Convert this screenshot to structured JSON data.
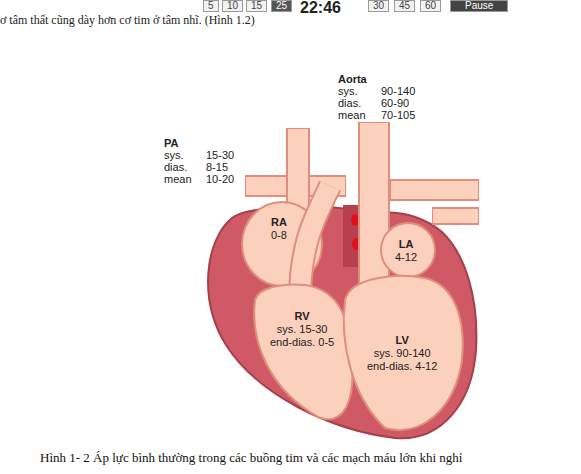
{
  "diagram": {
    "caption": "Hình 1- 2 Áp lực bình thường trong các buồng tim và các mạch máu lớn khi nghỉ",
    "nodes": [
      {
        "text": [
          "RA",
          "0-8"
        ]
      },
      {
        "text": [
          "LA",
          "4-12"
        ]
      },
      {
        "text": [
          "RV",
          "sys. 15-30",
          "end-dias. 0-5"
        ]
      },
      {
        "text": [
          "LV",
          "sys. 90-140",
          "end-dias. 4-12"
        ]
      }
    ],
    "labels": [
      "ơ tâm thất cũng dày hơn cơ tim ở tâm nhĩ. (Hình 1.2)",
      "5",
      "10",
      "15",
      "25",
      "22:46",
      "30",
      "45",
      "60",
      "Pause",
      "PA",
      "sys.",
      "15-30",
      "dias.",
      "8-15",
      "mean",
      "10-20",
      "Aorta",
      "sys.",
      "90-140",
      "dias.",
      "60-90",
      "mean",
      "70-105"
    ]
  }
}
